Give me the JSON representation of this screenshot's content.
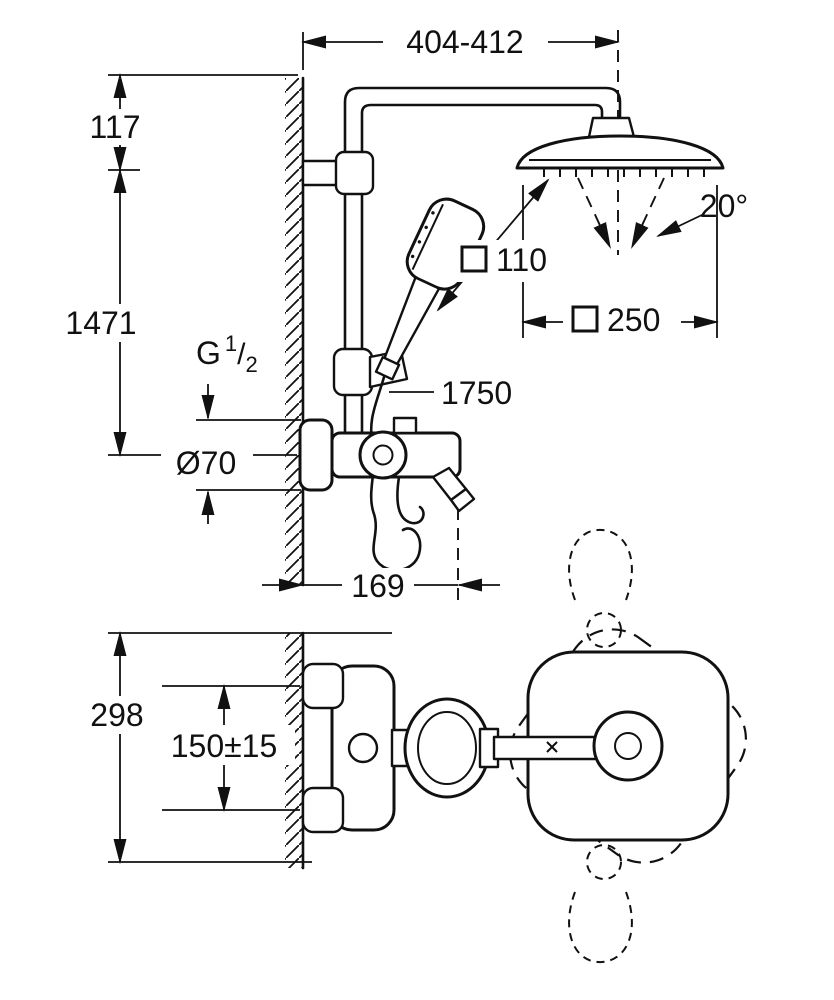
{
  "dimensions": {
    "top_width": "404-412",
    "upper_height": "117",
    "total_height": "1471",
    "union_diameter": "Ø70",
    "hand_shower_size": "110",
    "head_shower_size": "250",
    "spray_angle": "20°",
    "hose_length": "1750",
    "projection": "169",
    "plan_depth": "298",
    "connection_spacing": "150±15",
    "thread": {
      "prefix": "G",
      "numerator": "1",
      "slash": "/",
      "denominator": "2"
    }
  },
  "colors": {
    "line": "#111111",
    "background": "#ffffff"
  }
}
